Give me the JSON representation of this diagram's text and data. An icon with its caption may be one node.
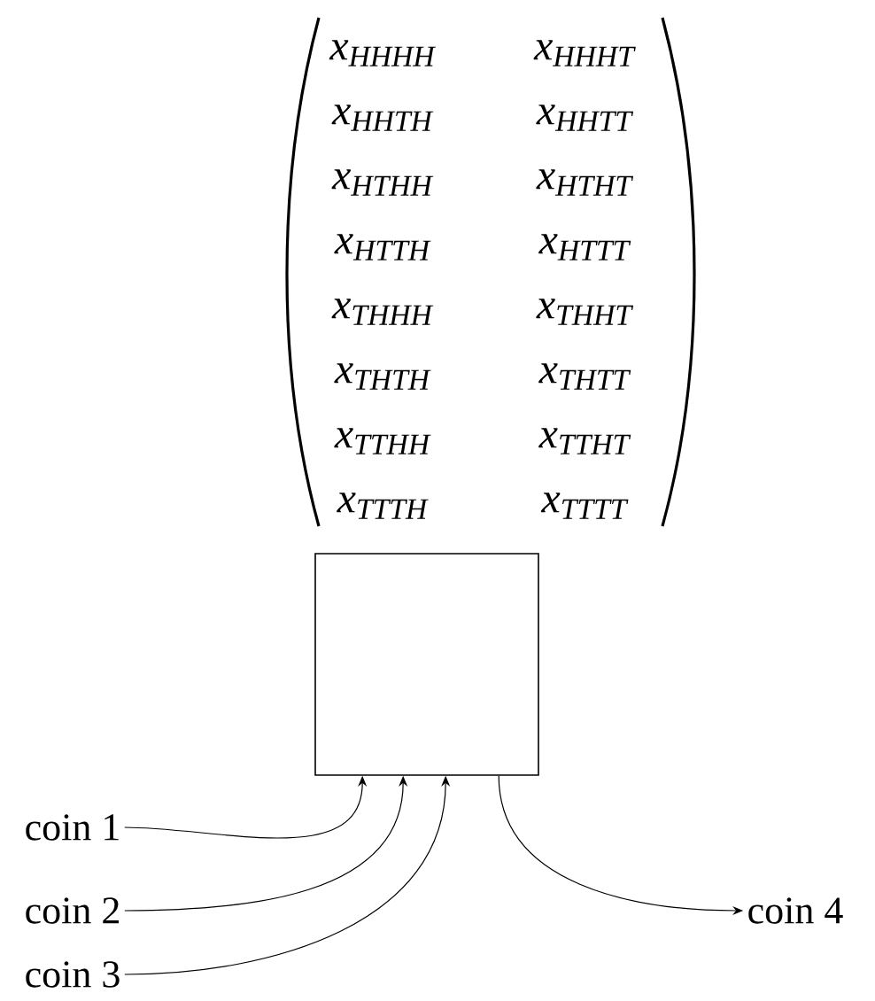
{
  "diagram": {
    "nodes": [
      {
        "text": [],
        "shape": "box"
      },
      {
        "text": [
          "coin 1"
        ]
      },
      {
        "text": [
          "coin 2"
        ]
      },
      {
        "text": [
          "coin 3"
        ]
      },
      {
        "text": [
          "coin 4"
        ]
      }
    ],
    "edges": [
      {
        "from": 1,
        "to": 0,
        "arrow": "to"
      },
      {
        "from": 2,
        "to": 0,
        "arrow": "to"
      },
      {
        "from": 3,
        "to": 0,
        "arrow": "to"
      },
      {
        "from": 0,
        "to": 4,
        "arrow": "to"
      }
    ],
    "labels": [
      "x$_{HHHH}$",
      "x$_{HHHT}$",
      "x$_{HHTH}$",
      "x$_{HHTT}$",
      "x$_{HTHH}$",
      "x$_{HTHT}$",
      "x$_{HTTH}$",
      "x$_{HTTT}$",
      "x$_{THHH}$",
      "x$_{THHT}$",
      "x$_{THTH}$",
      "x$_{THTT}$",
      "x$_{TTHH}$",
      "x$_{TTHT}$",
      "x$_{TTTH}$",
      "x$_{TTTT}$"
    ]
  }
}
